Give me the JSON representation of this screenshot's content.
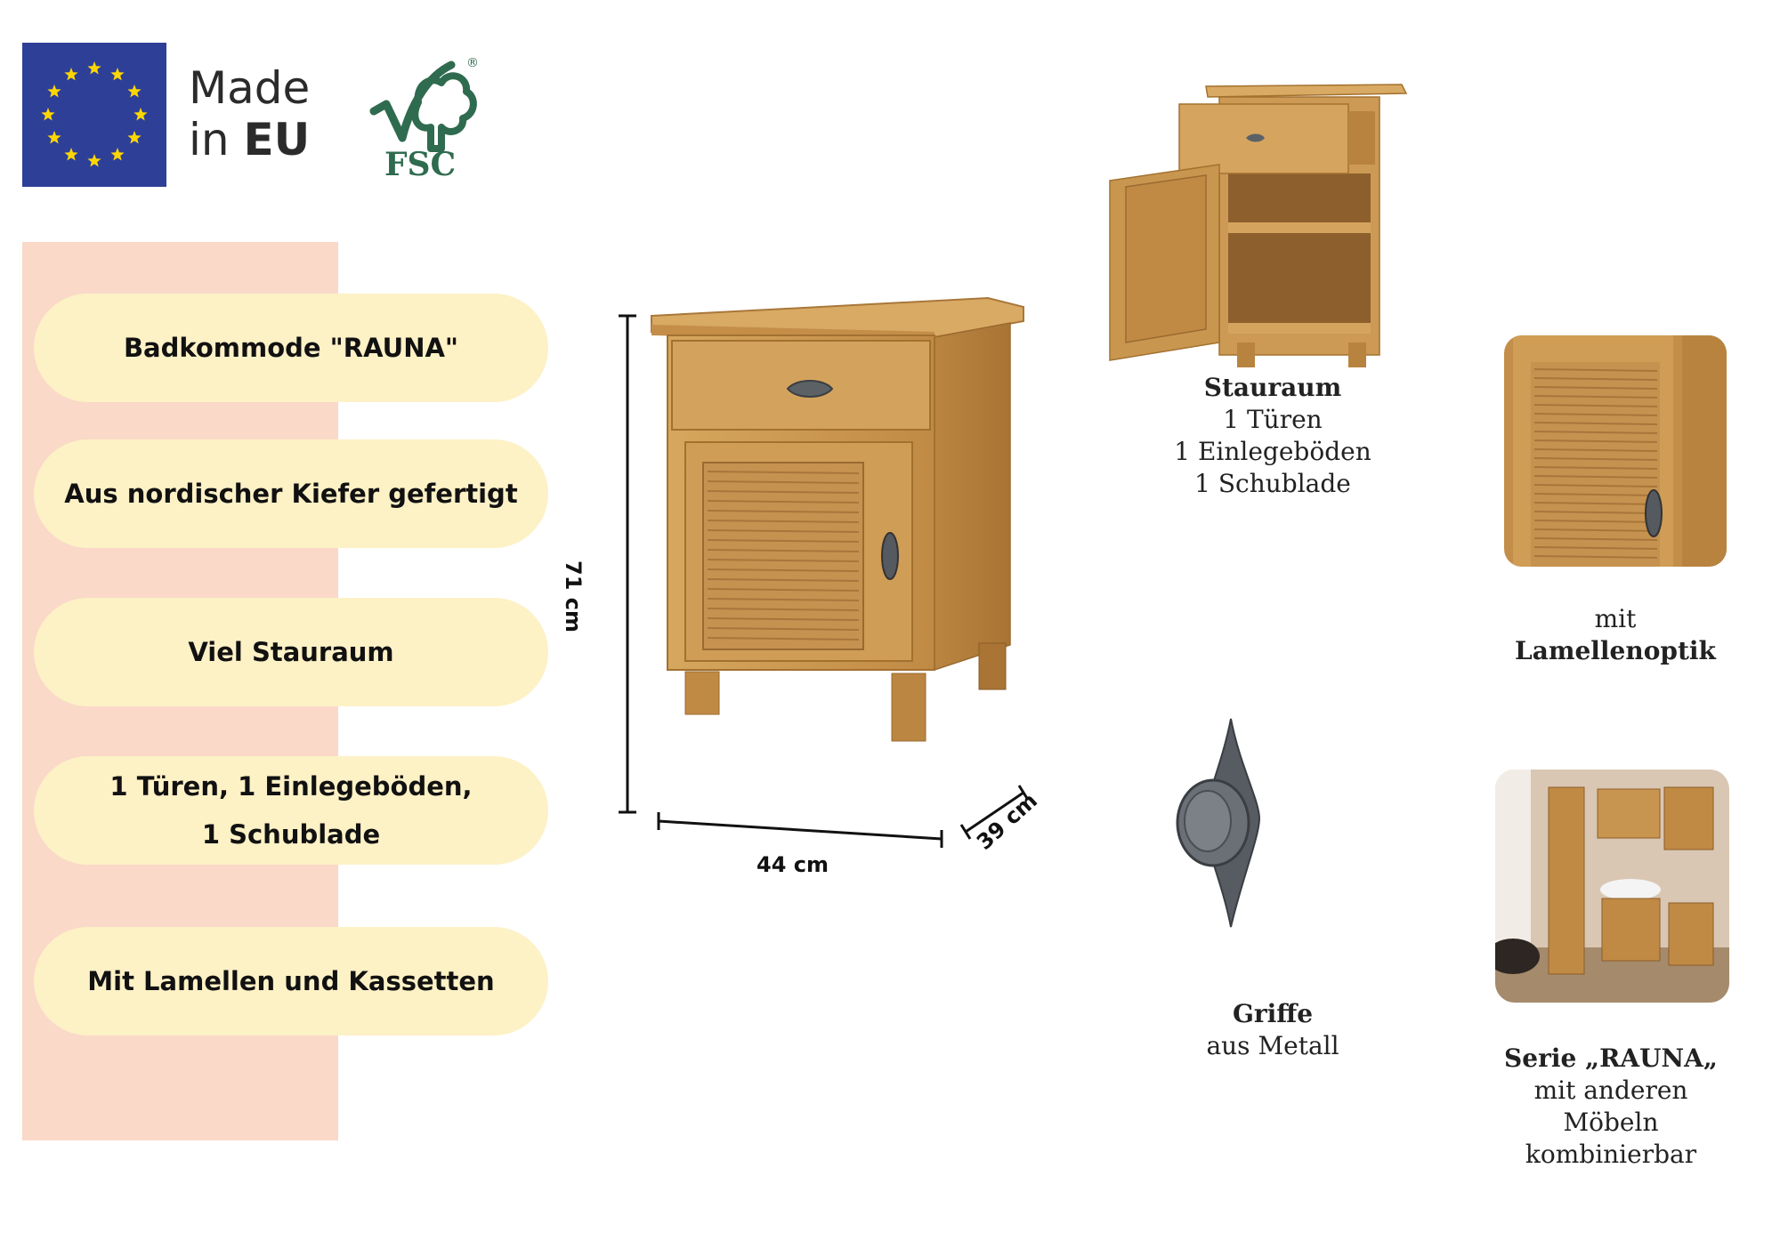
{
  "badges": {
    "made_in_line1": "Made",
    "made_in_line2_prefix": "in ",
    "made_in_line2_bold": "EU",
    "fsc_label": "FSC",
    "fsc_registered": "®"
  },
  "features": [
    {
      "lines": [
        "Badkommode \"RAUNA\""
      ]
    },
    {
      "lines": [
        "Aus nordischer Kiefer gefertigt"
      ]
    },
    {
      "lines": [
        "Viel Stauraum"
      ]
    },
    {
      "lines": [
        "1 Türen, 1 Einlegeböden,",
        "1 Schublade"
      ]
    },
    {
      "lines": [
        "Mit Lamellen und Kassetten"
      ]
    }
  ],
  "dimensions": {
    "height": "71 cm",
    "width": "44 cm",
    "depth": "39 cm"
  },
  "storage_caption": {
    "title": "Stauraum",
    "line1": "1 Türen",
    "line2": "1 Einlegeböden",
    "line3": "1 Schublade"
  },
  "louver_caption": {
    "line1": "mit",
    "title": "Lamellenoptik"
  },
  "handle_caption": {
    "title": "Griffe",
    "line1": "aus Metall"
  },
  "series_caption": {
    "title": "Serie „RAUNA„",
    "line1": "mit anderen",
    "line2": "Möbeln",
    "line3": "kombinierbar"
  },
  "colors": {
    "eu_blue": "#2e3f98",
    "eu_star": "#ffd700",
    "fsc_green": "#2f6b4f",
    "pink_panel": "#fad9c8",
    "pill": "#fdf1c6",
    "pine": "#c99a52"
  }
}
